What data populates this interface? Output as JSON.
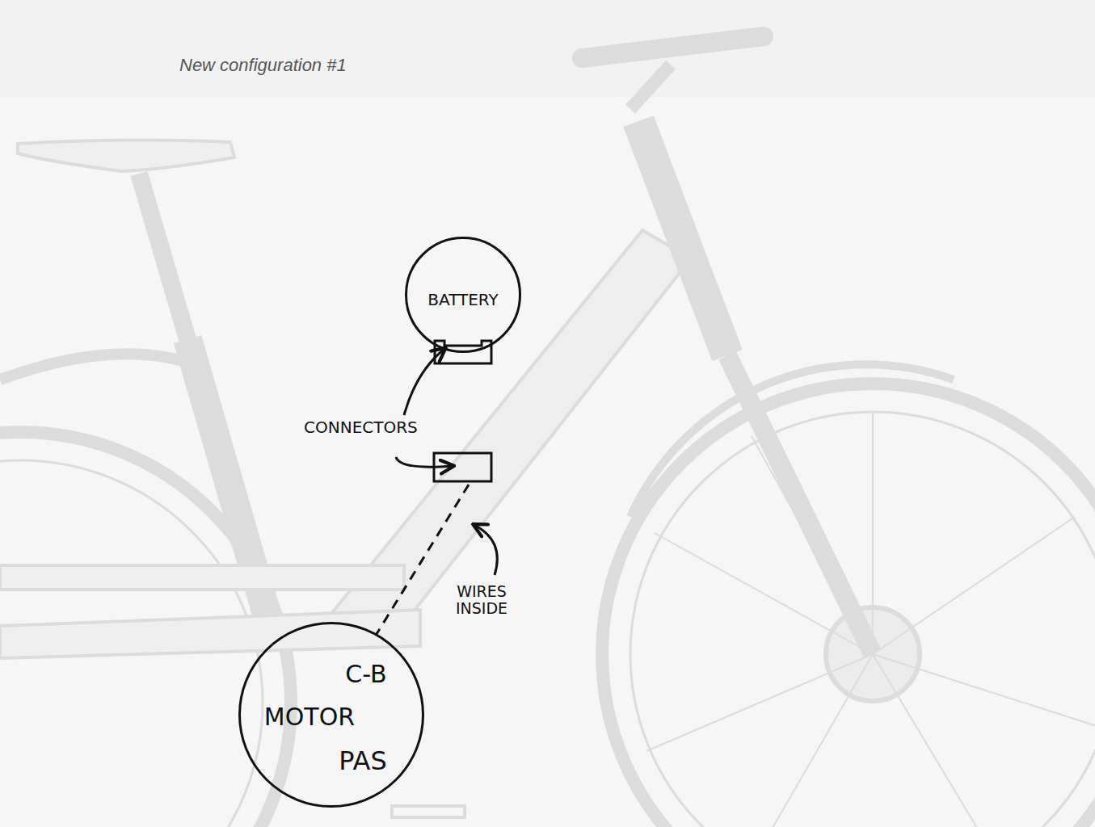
{
  "diagram": {
    "title": "New configuration #1",
    "nodes": [
      {
        "text": [
          "BATTERY"
        ]
      },
      {
        "text": [
          "C-B",
          "MOTOR",
          "PAS"
        ]
      }
    ],
    "labels": [
      "CONNECTORS",
      "WIRES INSIDE"
    ]
  }
}
